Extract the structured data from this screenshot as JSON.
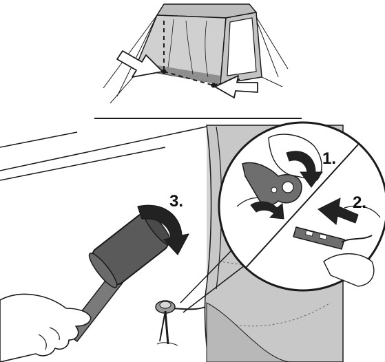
{
  "steps": [
    {
      "label": "1."
    },
    {
      "label": "2."
    },
    {
      "label": "3."
    }
  ],
  "colors": {
    "ink": "#1a1a1a",
    "fabric_light": "#d9d9d9",
    "fabric_mid": "#bdbdbd",
    "fabric_dark": "#8f8f8f",
    "mallet_head": "#5a5a5a",
    "mallet_handle": "#7a7a7a",
    "backdrop": "#d4d4d4",
    "arrow_white": "#ffffff",
    "arrow_dark": "#222222"
  },
  "icons": {
    "mallet": "mallet-icon",
    "peg": "tent-peg-icon",
    "hand": "hand-icon"
  }
}
